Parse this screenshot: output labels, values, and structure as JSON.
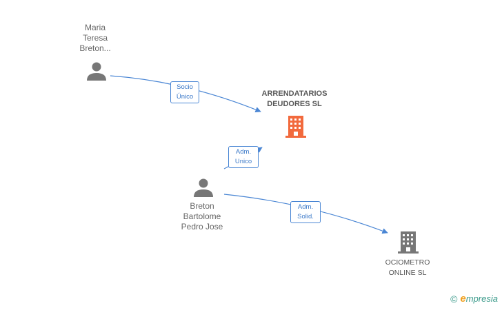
{
  "nodes": {
    "person1": {
      "name": "Maria\nTeresa\nBreton..."
    },
    "person2": {
      "name": "Breton\nBartolome\nPedro Jose"
    },
    "company_main": {
      "name": "ARRENDATARIOS\nDEUDORES SL"
    },
    "company2": {
      "name": "OCIOMETRO\nONLINE SL"
    }
  },
  "edges": {
    "e1": {
      "label": "Socio\nÚnico"
    },
    "e2": {
      "label": "Adm.\nUnico"
    },
    "e3": {
      "label": "Adm.\nSolid."
    }
  },
  "footer": {
    "copyright": "©",
    "brand_initial": "e",
    "brand_rest": "mpresia"
  },
  "colors": {
    "edge": "#4a86d4",
    "person_icon": "#777777",
    "main_company_icon": "#f26a3d",
    "company_icon": "#777777"
  },
  "icons": {
    "person": "person-icon",
    "company": "building-icon"
  }
}
